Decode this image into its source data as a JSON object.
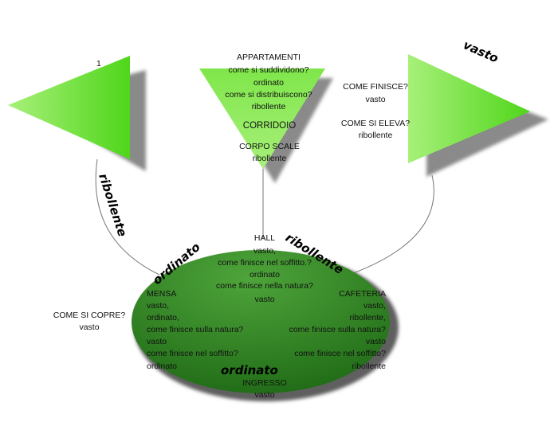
{
  "colors": {
    "triangle_light": "#a8f07a",
    "triangle_dark": "#4fd61a",
    "ellipse_light": "#4ea43a",
    "ellipse_dark": "#1f6a16",
    "shadow": "#8a8a8a",
    "line": "#777777"
  },
  "left_triangle": {
    "mark": "1"
  },
  "center_triangle": {
    "appartamenti": "APPARTAMENTI",
    "come_suddividono": "come si suddividono?",
    "ordinato": "ordinato",
    "come_distribuiscono": "come si distribuiscono?",
    "ribollente": "ribollente",
    "corridoio": "CORRIDOIO",
    "corpo_scale": "CORPO SCALE",
    "corpo_scale_value": "ribollente"
  },
  "right_triangle": {
    "vasto_label": "vasto",
    "come_finisce": "COME FINISCE?",
    "come_finisce_value": "vasto",
    "come_si_eleva": "COME SI ELEVA?",
    "come_si_eleva_value": "ribollente"
  },
  "left_arc_label": "ribollente",
  "outside_left": {
    "question": "COME SI COPRE?",
    "value": "vasto"
  },
  "ellipse": {
    "ordinato_top_left": "ordinato",
    "ribollente_top_right": "ribollente",
    "hall": [
      "HALL",
      "vasto,",
      "come finisce nel soffitto.?",
      "ordinato",
      "come  finisce  nella natura?",
      "vasto"
    ],
    "mensa": [
      "MENSA",
      "vasto,",
      "ordinato,",
      "come finisce sulla natura?",
      "vasto",
      "come  finisce  nel soffitto?",
      "ordinato"
    ],
    "cafeteria": [
      "CAFETERIA",
      "vasto,",
      "ribollente,",
      "come finisce sulla natura?",
      "vasto",
      "come  finisce  nel soffitto?",
      "ribollente"
    ],
    "ordinato_bottom": "ordinato",
    "ingresso": [
      "INGRESSO",
      "vasto"
    ]
  }
}
